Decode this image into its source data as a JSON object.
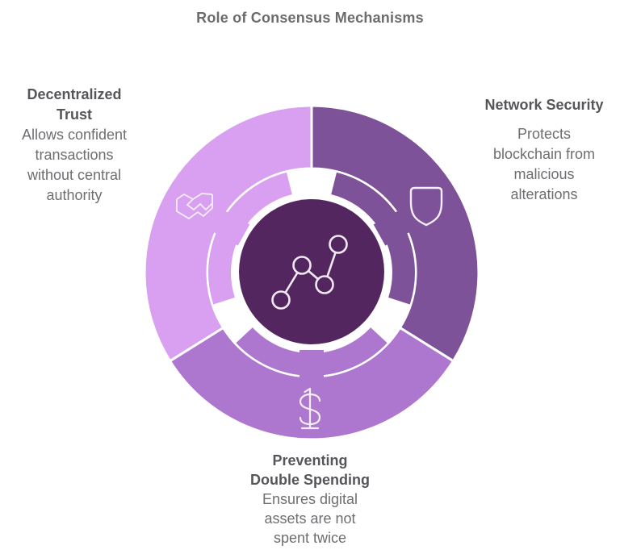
{
  "title": "Role of Consensus Mechanisms",
  "colors": {
    "background": "#ffffff",
    "segment-light": "#d99ff1",
    "segment-medium": "#ae77cf",
    "segment-dark": "#7e5299",
    "center-circle": "#53265f",
    "icon-stroke": "#f4eef8",
    "title-color": "#6b6b6e",
    "heading-color": "#55565a",
    "body-color": "#6d6e71"
  },
  "segments": [
    {
      "id": "decentralized-trust",
      "heading_lines": [
        "Decentralized",
        "Trust"
      ],
      "body_lines": [
        "Allows confident",
        "transactions",
        "without central",
        "authority"
      ],
      "icon": "handshake-icon",
      "color_key": "segment-light"
    },
    {
      "id": "network-security",
      "heading_lines": [
        "Network Security"
      ],
      "body_lines": [
        "Protects",
        "blockchain from",
        "malicious",
        "alterations"
      ],
      "icon": "shield-icon",
      "color_key": "segment-dark"
    },
    {
      "id": "preventing-double-spending",
      "heading_lines": [
        "Preventing",
        "Double Spending"
      ],
      "body_lines": [
        "Ensures digital",
        "assets are not",
        "spent twice"
      ],
      "icon": "dollar-icon",
      "color_key": "segment-medium"
    }
  ],
  "center": {
    "icon": "trend-line-icon"
  }
}
